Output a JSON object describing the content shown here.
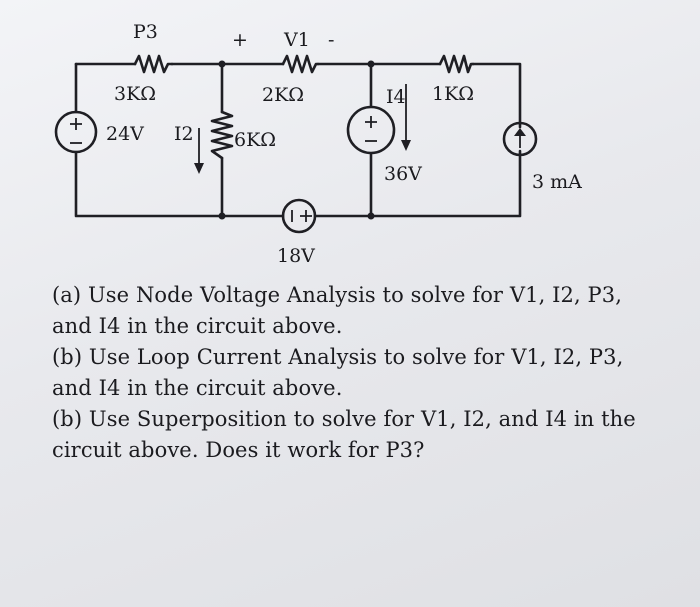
{
  "circuit": {
    "p3": "P3",
    "v1_plus": "+",
    "v1": "V1",
    "v1_minus": "-",
    "r_3k": "3KΩ",
    "r_2k": "2KΩ",
    "r_1k": "1KΩ",
    "r_6k": "6KΩ",
    "v_24": "24V",
    "i2": "I2",
    "i4": "I4",
    "v_36": "36V",
    "i_3ma": "3 mA",
    "v_18": "18V"
  },
  "questions": {
    "a": "(a) Use Node Voltage Analysis to solve for V1, I2, P3, and I4 in the circuit above.",
    "b1": "(b) Use Loop Current Analysis to solve for V1, I2, P3, and I4 in the circuit above.",
    "b2": "(b) Use Superposition to solve for V1, I2, and I4 in the circuit above. Does it work for P3?"
  }
}
